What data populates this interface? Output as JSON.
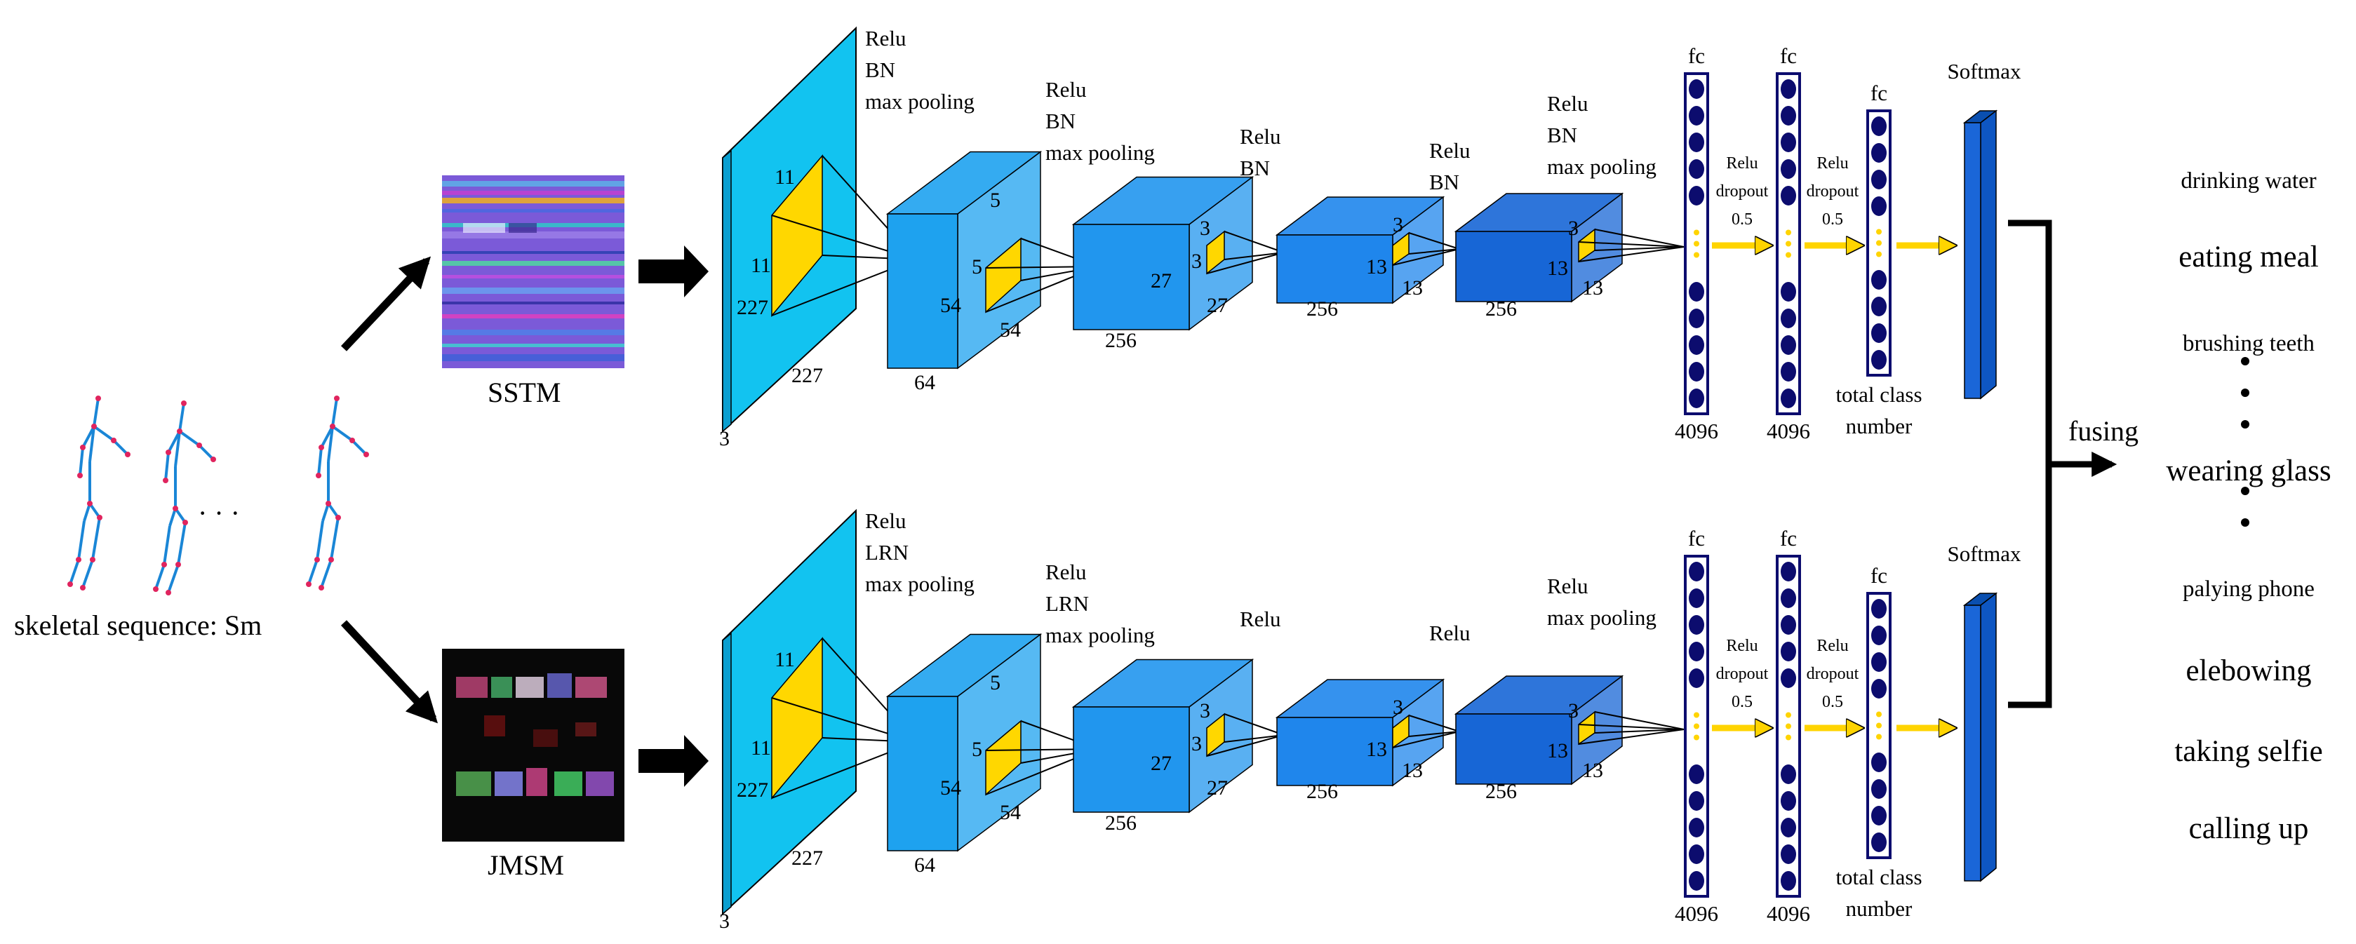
{
  "input": {
    "caption": "skeletal sequence: Sm",
    "ellipsis": "· · ·"
  },
  "maps": {
    "top": "SSTM",
    "bottom": "JMSM"
  },
  "streams": [
    {
      "conv1": {
        "ops": [
          "Relu",
          "BN",
          "max pooling"
        ],
        "size_a": "227",
        "size_b": "227",
        "channels": "3",
        "kernel_a": "11",
        "kernel_b": "11"
      },
      "conv2": {
        "ops": [
          "Relu",
          "BN",
          "max pooling"
        ],
        "size_a": "54",
        "size_b": "54",
        "channels": "64",
        "kernel_a": "5",
        "kernel_b": "5"
      },
      "conv3": {
        "ops": [
          "Relu",
          "BN"
        ],
        "size_a": "27",
        "size_b": "27",
        "channels": "256",
        "kernel_a": "3",
        "kernel_b": "3"
      },
      "conv4": {
        "ops": [
          "Relu",
          "BN"
        ],
        "size_a": "13",
        "size_b": "13",
        "channels": "256",
        "kernel_a": "3",
        "kernel_b": "3"
      },
      "conv5": {
        "ops": [
          "Relu",
          "BN",
          "max pooling"
        ],
        "size_a": "13",
        "size_b": "13",
        "channels": "256",
        "kernel_a": "3",
        "kernel_b": "3"
      },
      "fc1": {
        "label": "fc",
        "units": "4096"
      },
      "fc2": {
        "label": "fc",
        "units": "4096"
      },
      "fc3": {
        "label": "fc",
        "units_line1": "total class",
        "units_line2": "number"
      },
      "drop1": [
        "Relu",
        "dropout",
        "0.5"
      ],
      "drop2": [
        "Relu",
        "dropout",
        "0.5"
      ],
      "softmax": "Softmax"
    },
    {
      "conv1": {
        "ops": [
          "Relu",
          "LRN",
          "max pooling"
        ],
        "size_a": "227",
        "size_b": "227",
        "channels": "3",
        "kernel_a": "11",
        "kernel_b": "11"
      },
      "conv2": {
        "ops": [
          "Relu",
          "LRN",
          "max pooling"
        ],
        "size_a": "54",
        "size_b": "54",
        "channels": "64",
        "kernel_a": "5",
        "kernel_b": "5"
      },
      "conv3": {
        "ops": [
          "Relu"
        ],
        "size_a": "27",
        "size_b": "27",
        "channels": "256",
        "kernel_a": "3",
        "kernel_b": "3"
      },
      "conv4": {
        "ops": [
          "Relu"
        ],
        "size_a": "13",
        "size_b": "13",
        "channels": "256",
        "kernel_a": "3",
        "kernel_b": "3"
      },
      "conv5": {
        "ops": [
          "Relu",
          "max pooling"
        ],
        "size_a": "13",
        "size_b": "13",
        "channels": "256",
        "kernel_a": "3",
        "kernel_b": "3"
      },
      "fc1": {
        "label": "fc",
        "units": "4096"
      },
      "fc2": {
        "label": "fc",
        "units": "4096"
      },
      "fc3": {
        "label": "fc",
        "units_line1": "total class",
        "units_line2": "number"
      },
      "drop1": [
        "Relu",
        "dropout",
        "0.5"
      ],
      "drop2": [
        "Relu",
        "dropout",
        "0.5"
      ],
      "softmax": "Softmax"
    }
  ],
  "fusion": {
    "label": "fusing"
  },
  "classes": [
    "drinking water",
    "eating meal",
    "brushing teeth",
    "wearing glass",
    "palying phone",
    "elebowing",
    "taking selfie",
    "calling up"
  ],
  "colors": {
    "conv1": "#12c3f0",
    "conv2": "#1ea2ef",
    "conv3": "#2196ee",
    "conv4": "#1f86ec",
    "conv5": "#1766d6",
    "kernel": "#ffd700",
    "fc_border": "#0c0c6e",
    "fc_dot": "#0c0c6e",
    "fc_yellow": "#ffd400",
    "softmax": "#1a66d8",
    "arrow": "#000000"
  }
}
